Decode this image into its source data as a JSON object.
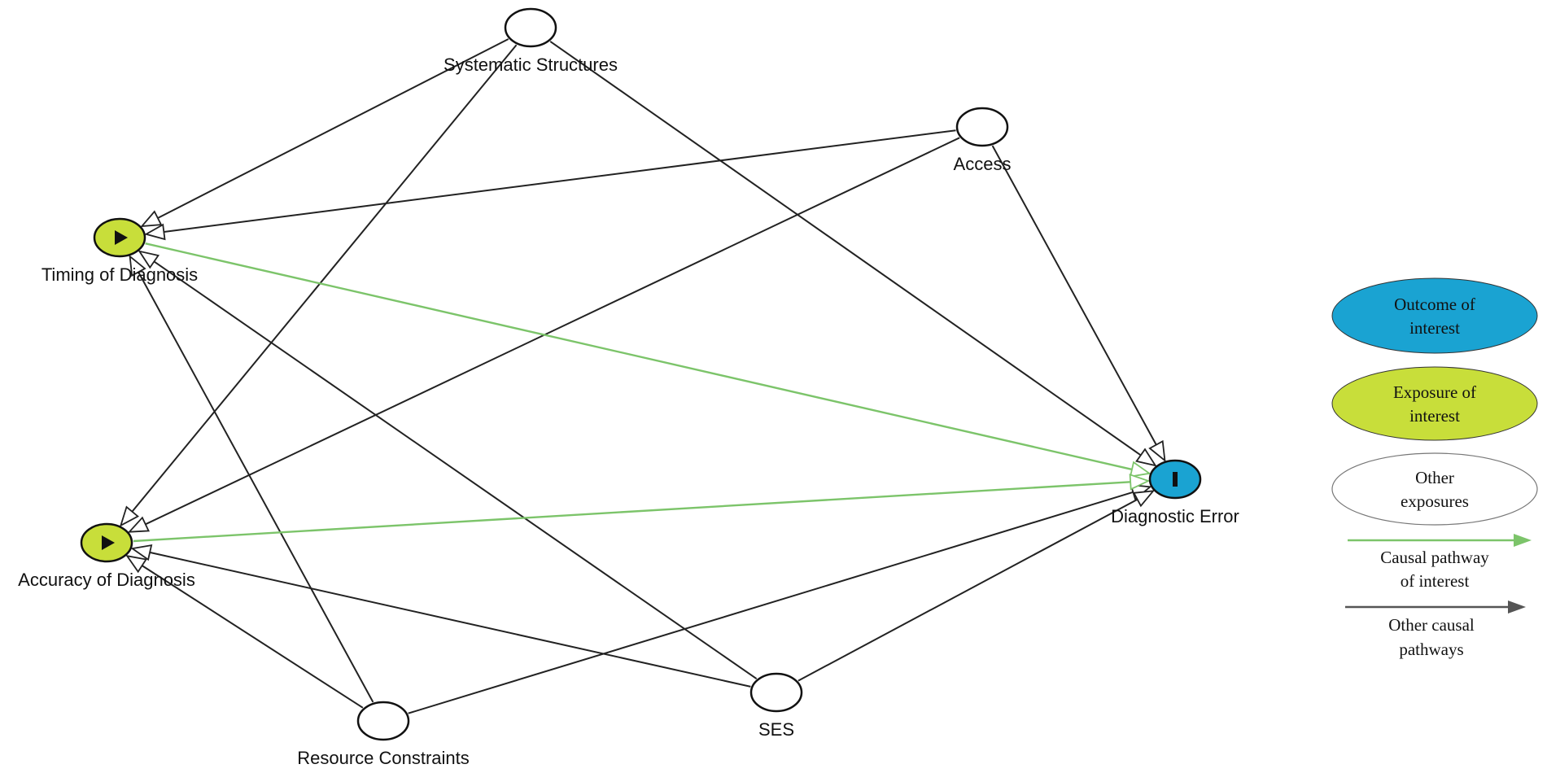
{
  "colors": {
    "outcome": "#1aa3d2",
    "exposure": "#c8de3a",
    "other": "#ffffff",
    "causal_interest": "#7cc46a",
    "other_causal": "#222222",
    "legend_arrow_other": "#555555",
    "node_stroke": "#111111"
  },
  "nodes": [
    {
      "id": "systematic_structures",
      "label": "Systematic Structures",
      "role": "other"
    },
    {
      "id": "access",
      "label": "Access",
      "role": "other"
    },
    {
      "id": "timing_of_diagnosis",
      "label": "Timing of Diagnosis",
      "role": "exposure",
      "icon": "play-icon"
    },
    {
      "id": "accuracy_of_diagnosis",
      "label": "Accuracy of Diagnosis",
      "role": "exposure",
      "icon": "play-icon"
    },
    {
      "id": "diagnostic_error",
      "label": "Diagnostic Error",
      "role": "outcome",
      "icon": "outcome-bar-icon"
    },
    {
      "id": "resource_constraints",
      "label": "Resource Constraints",
      "role": "other"
    },
    {
      "id": "ses",
      "label": "SES",
      "role": "other"
    }
  ],
  "edges": [
    {
      "from": "systematic_structures",
      "to": "timing_of_diagnosis",
      "kind": "other"
    },
    {
      "from": "systematic_structures",
      "to": "accuracy_of_diagnosis",
      "kind": "other"
    },
    {
      "from": "systematic_structures",
      "to": "diagnostic_error",
      "kind": "other"
    },
    {
      "from": "access",
      "to": "timing_of_diagnosis",
      "kind": "other"
    },
    {
      "from": "access",
      "to": "accuracy_of_diagnosis",
      "kind": "other"
    },
    {
      "from": "access",
      "to": "diagnostic_error",
      "kind": "other"
    },
    {
      "from": "resource_constraints",
      "to": "timing_of_diagnosis",
      "kind": "other"
    },
    {
      "from": "resource_constraints",
      "to": "accuracy_of_diagnosis",
      "kind": "other"
    },
    {
      "from": "resource_constraints",
      "to": "diagnostic_error",
      "kind": "other"
    },
    {
      "from": "ses",
      "to": "timing_of_diagnosis",
      "kind": "other"
    },
    {
      "from": "ses",
      "to": "accuracy_of_diagnosis",
      "kind": "other"
    },
    {
      "from": "ses",
      "to": "diagnostic_error",
      "kind": "other"
    },
    {
      "from": "timing_of_diagnosis",
      "to": "diagnostic_error",
      "kind": "interest"
    },
    {
      "from": "accuracy_of_diagnosis",
      "to": "diagnostic_error",
      "kind": "interest"
    }
  ],
  "legend": {
    "outcome": [
      "Outcome of",
      "interest"
    ],
    "exposure": [
      "Exposure of",
      "interest"
    ],
    "other": [
      "Other",
      "exposures"
    ],
    "causal_interest": [
      "Causal pathway",
      "of interest"
    ],
    "other_causal": [
      "Other causal",
      "pathways"
    ]
  }
}
